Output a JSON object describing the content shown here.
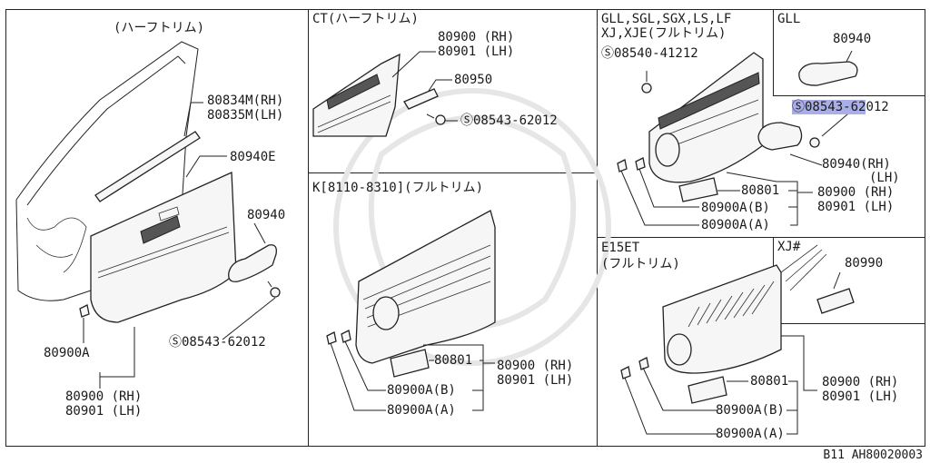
{
  "panels": {
    "main": {
      "title": "(ハーフトリム)",
      "labels": {
        "sash_rh": "80834M(RH)",
        "sash_lh": "80835M(LH)",
        "handle_e": "80940E",
        "handle": "80940",
        "screw": "08543-62012",
        "clip": "80900A",
        "trim_rh": "80900 (RH)",
        "trim_lh": "80901 (LH)"
      }
    },
    "ct": {
      "title": "CT(ハーフトリム)",
      "labels": {
        "trim_rh": "80900 (RH)",
        "trim_lh": "80901 (LH)",
        "part_950": "80950",
        "screw": "08543-62012"
      }
    },
    "k": {
      "title": "K[8110-8310](フルトリム)",
      "labels": {
        "pocket": "80801",
        "clip_b": "80900A(B)",
        "clip_a": "80900A(A)",
        "trim_rh": "80900 (RH)",
        "trim_lh": "80901 (LH)"
      }
    },
    "gll_full": {
      "title_line1": "GLL,SGL,SGX,LS,LF",
      "title_line2": "XJ,XJE(フルトリム)",
      "labels": {
        "screw_top": "08540-41212",
        "screw_mid_hl": "08543-62",
        "screw_mid_rest": "012",
        "handle_rh": "80940(RH)",
        "handle_lh": "(LH)",
        "pocket": "80801",
        "trim_rh": "80900 (RH)",
        "trim_lh": "80901 (LH)",
        "clip_b": "80900A(B)",
        "clip_a": "80900A(A)"
      }
    },
    "gll": {
      "title": "GLL",
      "labels": {
        "handle": "80940"
      }
    },
    "e15et": {
      "title_line1": "E15ET",
      "title_line2": "(フルトリム)",
      "labels": {
        "pocket": "80801",
        "trim_rh": "80900 (RH)",
        "trim_lh": "80901 (LH)",
        "clip_b": "80900A(B)",
        "clip_a": "80900A(A)"
      }
    },
    "xj": {
      "title": "XJ#",
      "labels": {
        "part_990": "80990"
      }
    }
  },
  "footer": {
    "code": "B11 AH80020003"
  },
  "colors": {
    "highlight": "#a9aee6",
    "line": "#222222"
  }
}
